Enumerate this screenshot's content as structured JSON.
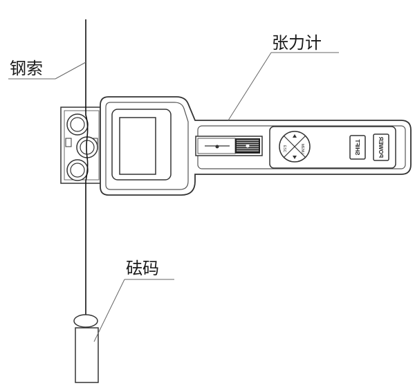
{
  "labels": {
    "cable": "钢索",
    "tensiometer": "张力计",
    "weight": "砝码"
  },
  "buttons": {
    "shift": "SHIFT",
    "power": "POWER"
  },
  "keypad": {
    "up": "",
    "down": "",
    "left": "ESC",
    "right": "MENU"
  },
  "colors": {
    "ink": "#1a1a1a",
    "stroke": "#333333",
    "fill": "#ffffff"
  }
}
